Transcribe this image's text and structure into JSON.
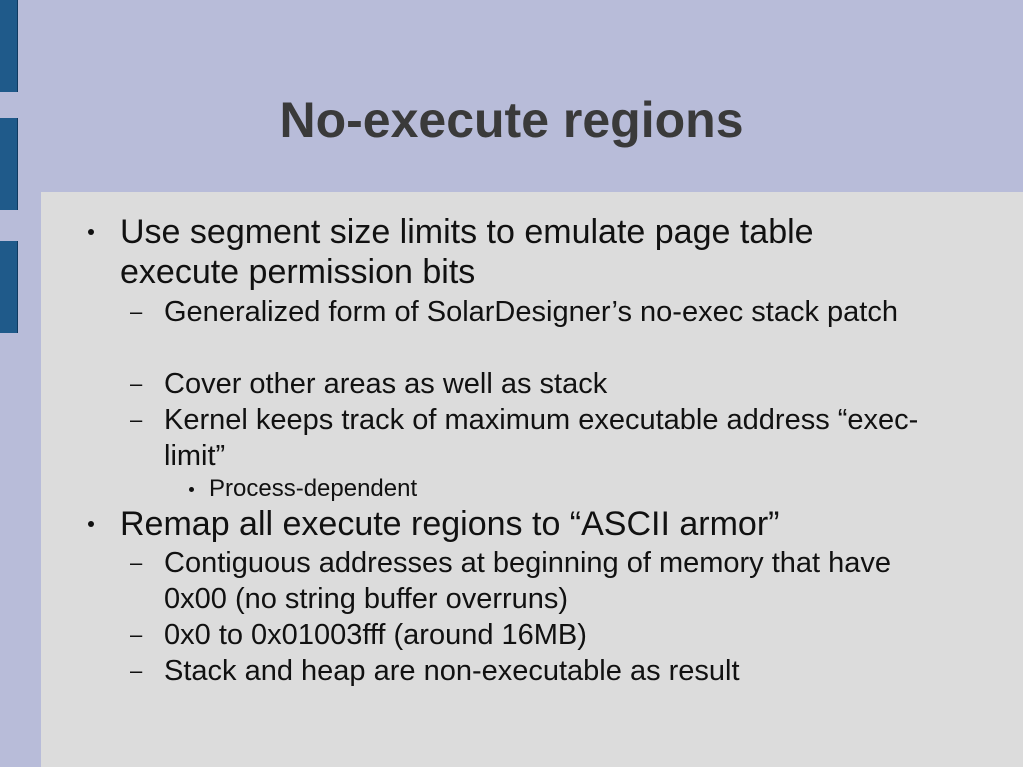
{
  "slide": {
    "title": "No-execute regions",
    "bullets": [
      "Use segment size limits to emulate page table execute permission bits",
      "Generalized form of SolarDesigner’s no-exec stack patch",
      "Cover other areas as well as stack",
      "Kernel keeps track of maximum executable address “exec-limit”",
      "Process-dependent",
      "Remap all execute regions to “ASCII armor”",
      "Contiguous addresses at beginning of memory that have 0x00 (no string buffer overruns)",
      "0x0 to 0x01003fff  (around 16MB)",
      "Stack and heap are non-executable as result"
    ],
    "dash_marker": "–"
  },
  "colors": {
    "background": "#b8bcd9",
    "content_panel": "#dcdcdc",
    "side_bars": "#1f5a8a",
    "title_text": "#3a3a3a"
  }
}
